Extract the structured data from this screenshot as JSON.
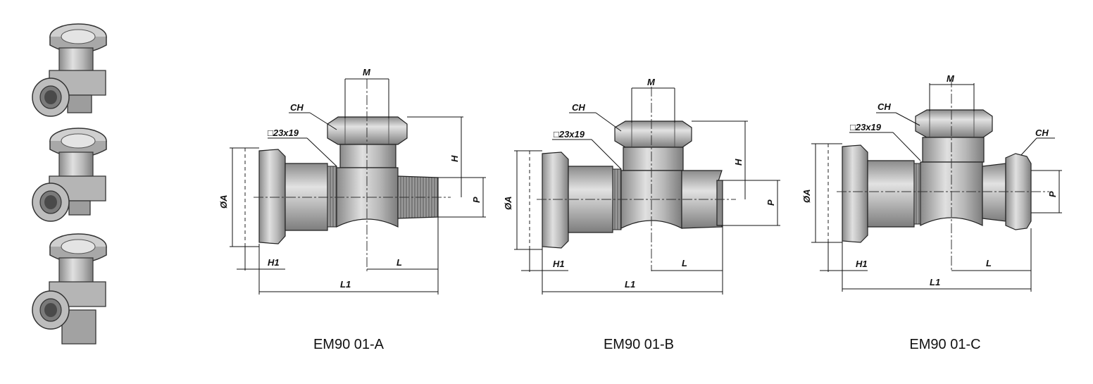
{
  "variants": [
    {
      "code": "EM90 01-A",
      "labels": {
        "m": "M",
        "ch": "CH",
        "sq": "□23x19",
        "h": "H",
        "p": "P",
        "a": "ØA",
        "h1": "H1",
        "l": "L",
        "l1": "L1"
      }
    },
    {
      "code": "EM90 01-B",
      "labels": {
        "m": "M",
        "ch": "CH",
        "sq": "□23x19",
        "h": "H",
        "p": "P",
        "a": "ØA",
        "h1": "H1",
        "l": "L",
        "l1": "L1"
      }
    },
    {
      "code": "EM90 01-C",
      "labels": {
        "m": "M",
        "ch": "CH",
        "ch2": "CH",
        "sq": "□23x19",
        "h": "",
        "p": "P",
        "a": "ØA",
        "h1": "H1",
        "l": "L",
        "l1": "L1"
      }
    }
  ],
  "colors": {
    "metal_light": "#d4d4d4",
    "metal_mid": "#a9a9a9",
    "metal_dark": "#7a7a7a",
    "line": "#111111"
  }
}
